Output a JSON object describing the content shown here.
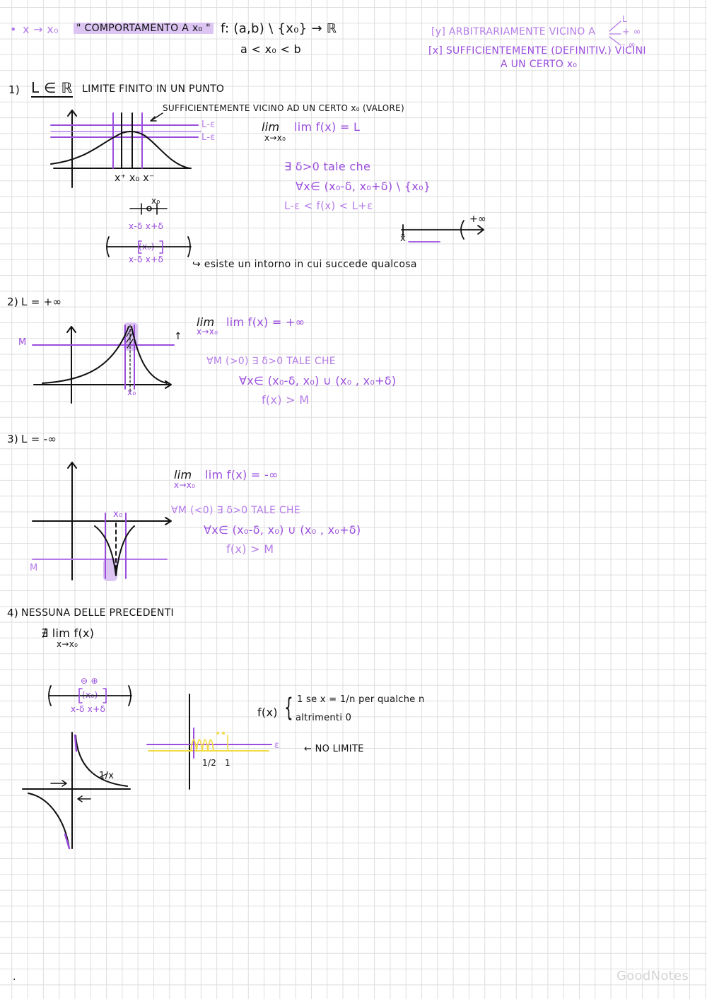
{
  "header": {
    "bullet": "•",
    "x_to_x0": "x → x₀",
    "comportamento": "\" COMPORTAMENTO A  x₀ \"",
    "function_def": "f: (a,b) \\ {x₀} → ℝ",
    "domain_cond": "a < x₀ < b",
    "y_note": "[y]  ARBITRARIAMENTE VICINO A",
    "y_targets": [
      "L",
      "+ ∞",
      "- ∞"
    ],
    "x_note": "[x]  SUFFICIENTEMENTE (DEFINITIV.) VICINI",
    "x_note2": "A  UN CERTO  x₀"
  },
  "section1": {
    "number": "1)",
    "title": "L ∈ ℝ",
    "subtitle": "LIMITE  FINITO  IN  UN  PUNTO",
    "annotation": "SUFFICIENTEMENTE  VICINO  AD UN CERTO x₀ (VALORE)",
    "band_label_upper": "L-ε",
    "band_label_lower": "L-ε",
    "x_labels": "x⁺ x₀ x⁻",
    "limit_expr": "lim f(x) = L",
    "limit_sub": "x→x₀",
    "cond1": "∃ δ>0  tale  che",
    "cond2": "∀x∈  (x₀-δ, x₀+δ) \\ {x₀}",
    "cond3": "L-ε < f(x) < L+ε",
    "small_top": "x₀",
    "small_labels": "x-δ   x+δ",
    "neighborhood": "(x₀)",
    "nb_labels": "x-δ   x+δ",
    "arrow_note": "↪ esiste  un  intorno  in  cui  succede  qualcosa",
    "infinity_label": "+∞",
    "xbar": "x̄"
  },
  "section2": {
    "number": "2)",
    "title": "L = +∞",
    "m_label": "M",
    "x0_label": "x₀",
    "limit_expr": "lim f(x) = +∞",
    "limit_sub": "x→x₀",
    "cond1": "∀M (>0)   ∃ δ>0  TALE  CHE",
    "cond2": "∀x∈ (x₀-δ, x₀) ∪ (x₀ , x₀+δ)",
    "cond3": "f(x) > M",
    "arrow": "↑"
  },
  "section3": {
    "number": "3)",
    "title": "L = -∞",
    "m_label": "M",
    "x0_label": "x₀",
    "limit_expr": "lim f(x) = -∞",
    "limit_sub": "x→x₀",
    "cond1": "∀M (<0)   ∃ δ>0  TALE  CHE",
    "cond2": "∀x∈ (x₀-δ, x₀) ∪ (x₀ , x₀+δ)",
    "cond3": "f(x) > M"
  },
  "section4": {
    "number": "4)",
    "title": "NESSUNA  DELLE  PRECEDENTI",
    "no_limit_expr": "∄ lim f(x)",
    "no_limit_sub": "x→x₀",
    "signs": "⊖   ⊕",
    "neighborhood": "(x₀)",
    "nb_labels": "x-δ   x+δ",
    "hyperbola_label": "1/x",
    "f_label": "f(x)",
    "case1": "1 se   x = 1/n   per qualche n",
    "case2": "altrimenti  0",
    "eps_label": "ε",
    "tick_half": "1/2",
    "tick_one": "1",
    "no_limit": "← NO LIMITE"
  },
  "footer": {
    "dot": ".",
    "watermark": "GoodNotes"
  },
  "colors": {
    "purple": "#9a4ddd",
    "light_purple": "#b57ce8",
    "highlight": "#dcc4f3",
    "yellow": "#f2dc4a",
    "ink": "#111111"
  }
}
